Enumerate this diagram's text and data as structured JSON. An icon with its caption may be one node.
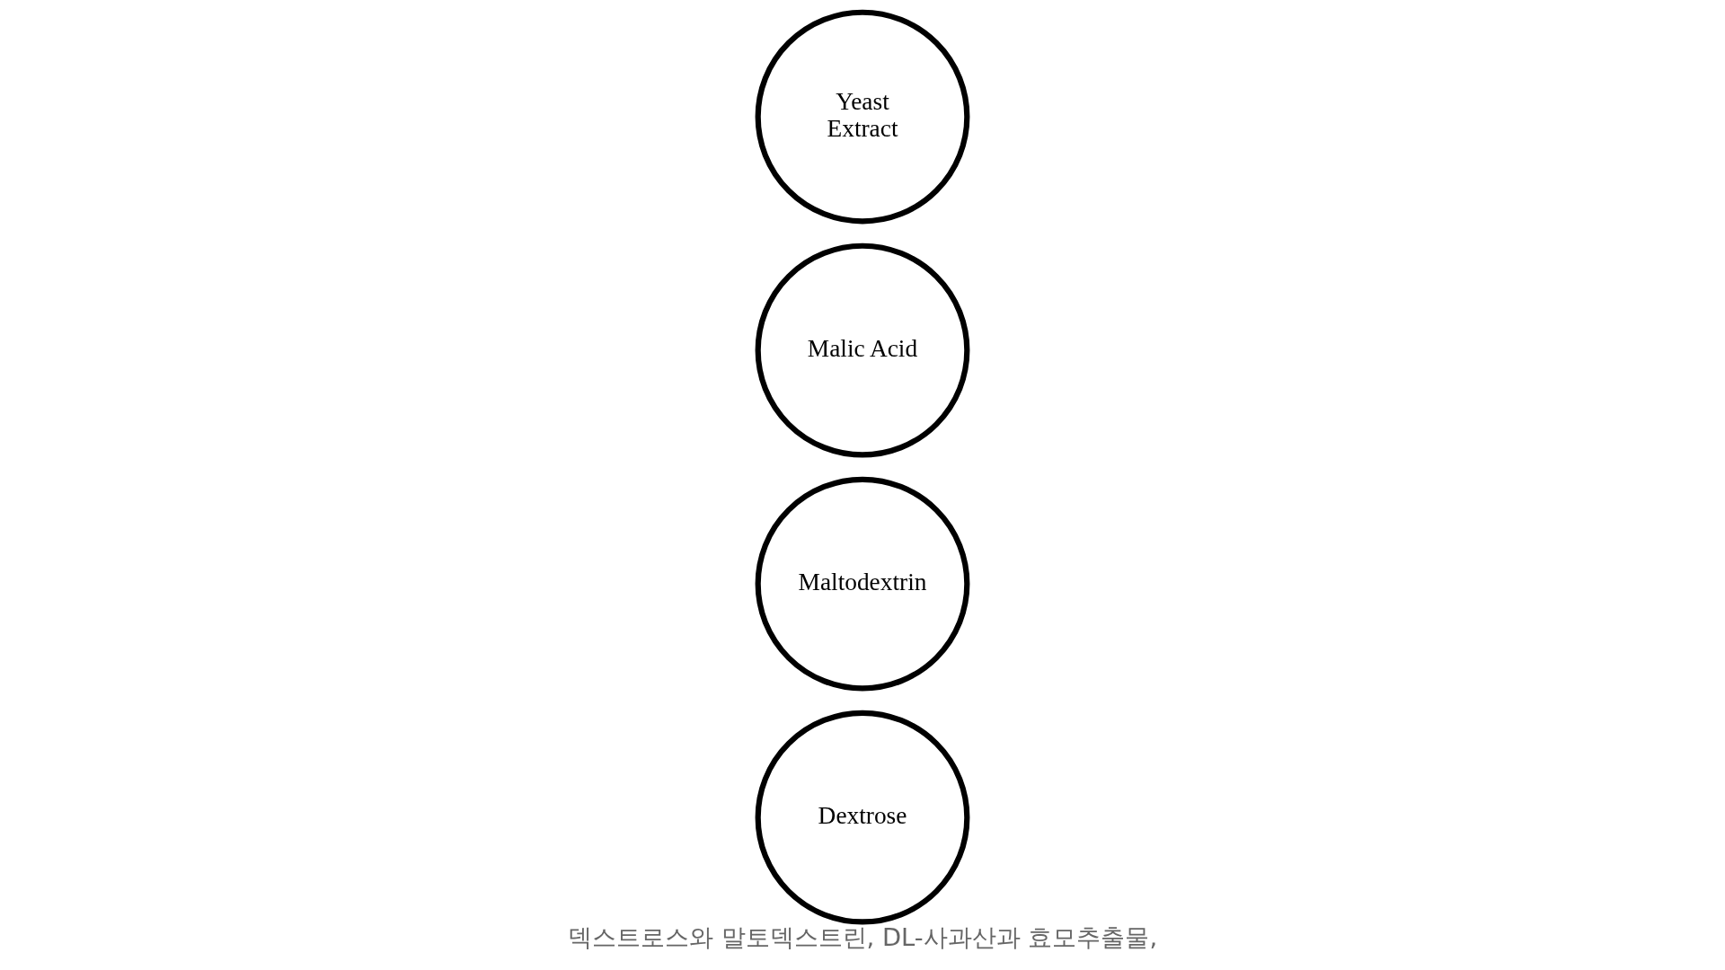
{
  "diagram": {
    "caption": "덱스트로스와 말토덱스트린, DL-사과산과 효모추출물,",
    "nodes": [
      {
        "text": [
          "Dextrose"
        ]
      },
      {
        "text": [
          "Maltodextrin"
        ]
      },
      {
        "text": [
          "Malic Acid"
        ]
      },
      {
        "text": [
          "Yeast Extract"
        ]
      }
    ]
  }
}
